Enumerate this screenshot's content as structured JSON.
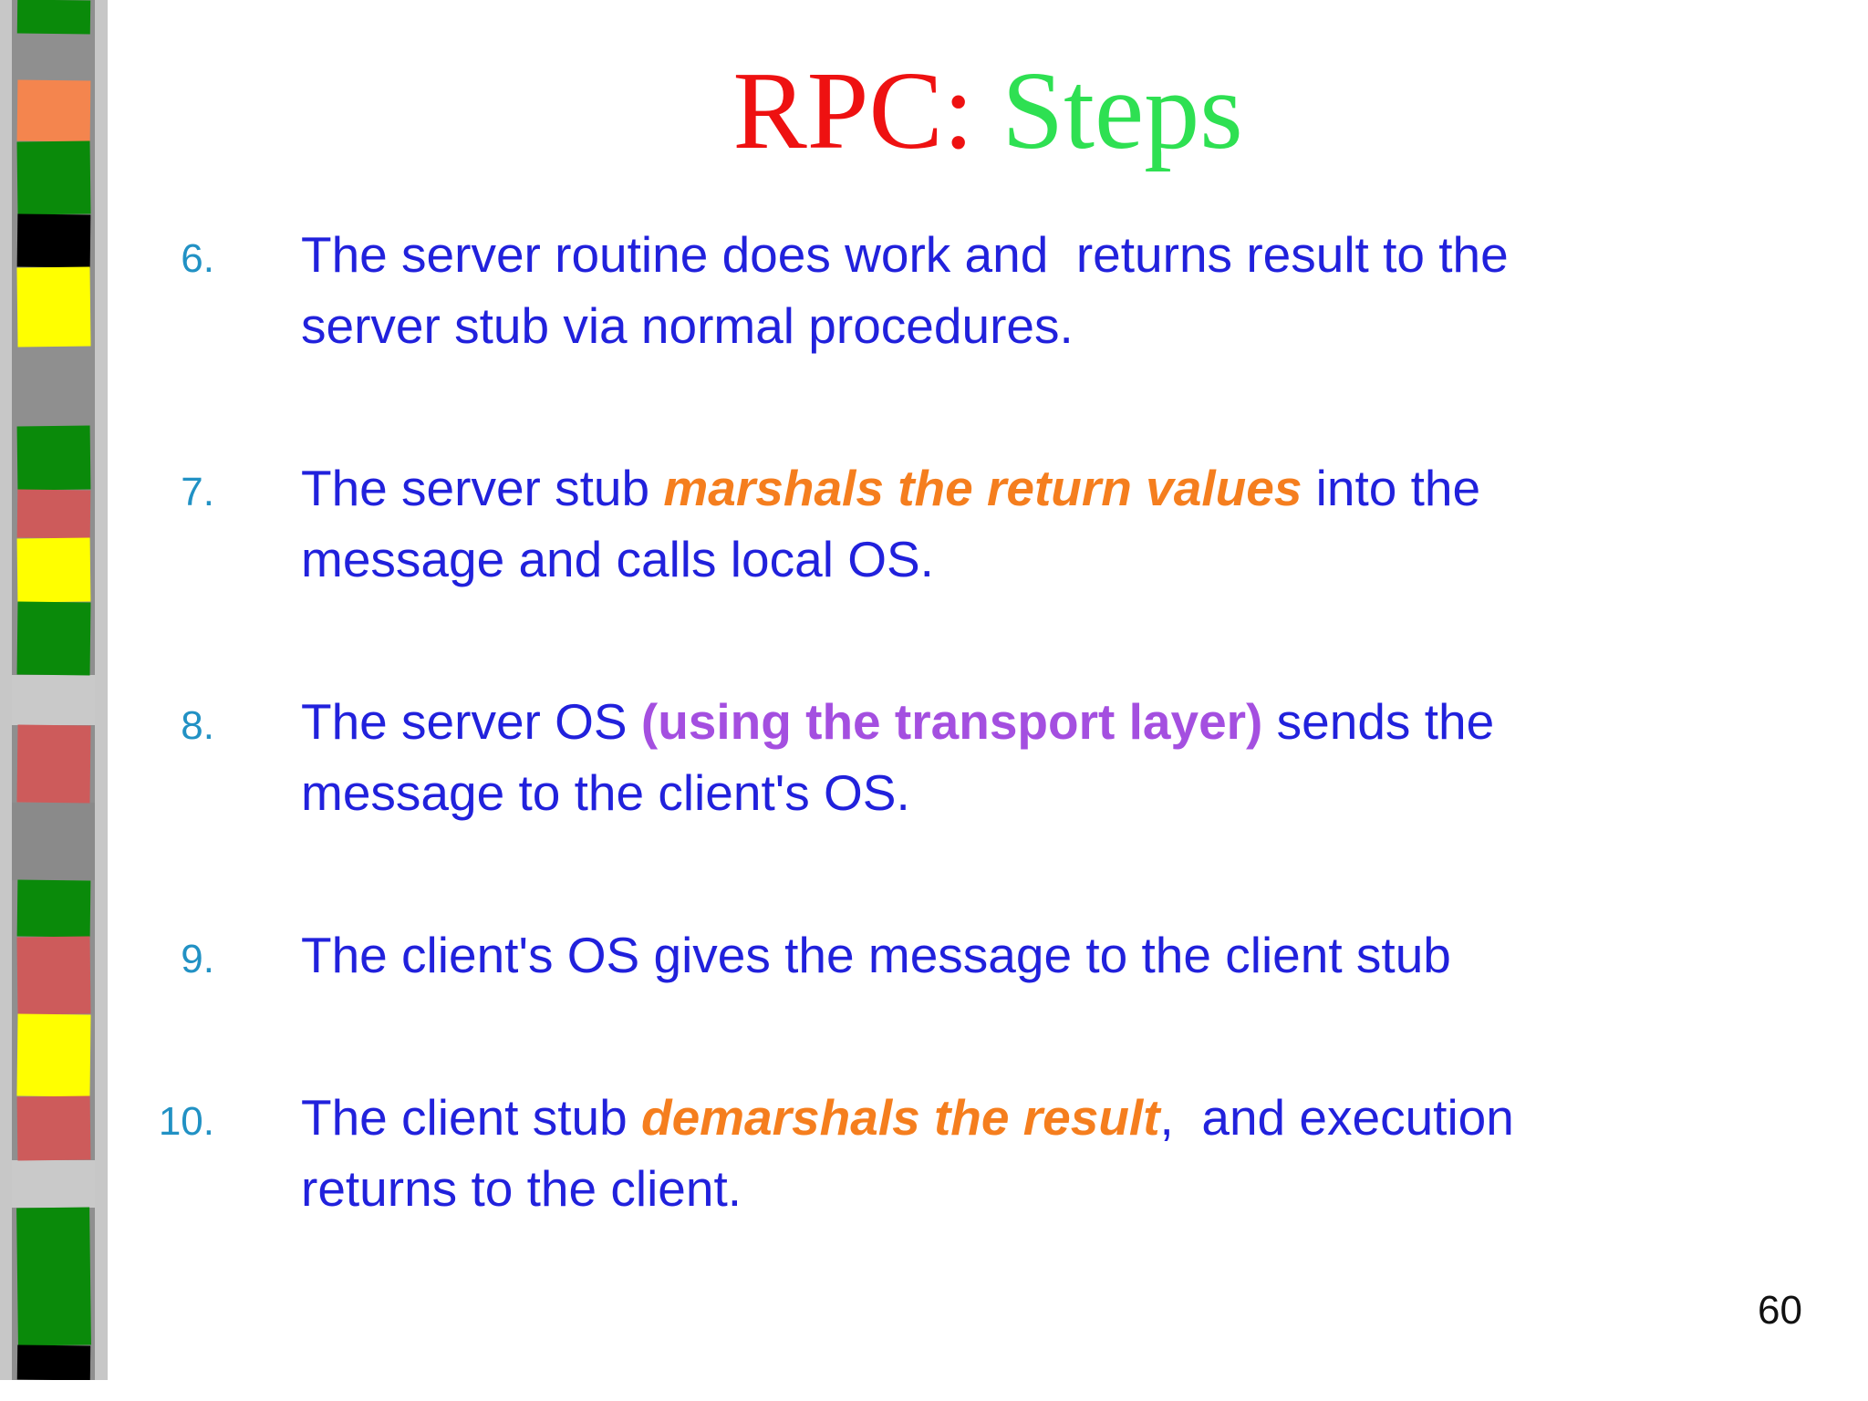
{
  "slide": {
    "title": {
      "part1": "RPC:",
      "part2": " Steps"
    },
    "page_number": "60",
    "colors": {
      "text_blue": "#2121DC",
      "number_teal": "#2191C4",
      "emphasis_orange": "#F57E1E",
      "emphasis_purple": "#A44FE0",
      "title_red": "#EE1111",
      "title_green": "#2EE052",
      "page_black": "#111111",
      "stripe_border_gray": "#C7C7C7",
      "stripe_track_gray": "#8F8F8F"
    },
    "list": {
      "items": [
        {
          "number": "6.",
          "lines": [
            [
              {
                "text": "The server routine does work and  returns result to the",
                "style": "blue"
              }
            ],
            [
              {
                "text": "server stub via normal procedures.",
                "style": "blue"
              }
            ]
          ]
        },
        {
          "number": "7.",
          "lines": [
            [
              {
                "text": "The server stub ",
                "style": "blue"
              },
              {
                "text": "marshals the return values",
                "style": "orange"
              },
              {
                "text": " into the",
                "style": "blue"
              }
            ],
            [
              {
                "text": "message and calls local OS.",
                "style": "blue"
              }
            ]
          ]
        },
        {
          "number": "8.",
          "lines": [
            [
              {
                "text": "The server OS ",
                "style": "blue"
              },
              {
                "text": "(using the transport layer)",
                "style": "purple"
              },
              {
                "text": " sends the",
                "style": "blue"
              }
            ],
            [
              {
                "text": "message to the client's OS.",
                "style": "blue"
              }
            ]
          ]
        },
        {
          "number": "9.",
          "lines": [
            [
              {
                "text": "The client's OS gives the message to the client stub",
                "style": "blue"
              }
            ]
          ]
        },
        {
          "number": "10.",
          "lines": [
            [
              {
                "text": "The client stub ",
                "style": "blue"
              },
              {
                "text": "demarshals the result",
                "style": "orange"
              },
              {
                "text": ",  and execution",
                "style": "blue"
              }
            ],
            [
              {
                "text": "returns to the client.",
                "style": "blue"
              }
            ]
          ]
        }
      ]
    },
    "stripe": {
      "blocks": [
        {
          "color": "#0A8A0A",
          "height": 37,
          "full": false
        },
        {
          "color": "#8F8F8F",
          "height": 51,
          "full": true
        },
        {
          "color": "#F4854E",
          "height": 67,
          "full": false
        },
        {
          "color": "#0A8A0A",
          "height": 80,
          "full": false
        },
        {
          "color": "#000000",
          "height": 58,
          "full": false
        },
        {
          "color": "#FFFF00",
          "height": 87,
          "full": false
        },
        {
          "color": "#8F8F8F",
          "height": 87,
          "full": true
        },
        {
          "color": "#0A8A0A",
          "height": 70,
          "full": false
        },
        {
          "color": "#CD5B5B",
          "height": 53,
          "full": false
        },
        {
          "color": "#FFFF00",
          "height": 70,
          "full": false
        },
        {
          "color": "#0A8A0A",
          "height": 80,
          "full": false
        },
        {
          "color": "#C9C9C9",
          "height": 55,
          "full": true
        },
        {
          "color": "#CD5B5B",
          "height": 85,
          "full": false
        },
        {
          "color": "#8A8A8A",
          "height": 85,
          "full": true
        },
        {
          "color": "#0A8A0A",
          "height": 62,
          "full": false
        },
        {
          "color": "#CD5B5B",
          "height": 85,
          "full": false
        },
        {
          "color": "#FFFF00",
          "height": 90,
          "full": false
        },
        {
          "color": "#CD5B5B",
          "height": 70,
          "full": false
        },
        {
          "color": "#C9C9C9",
          "height": 52,
          "full": true
        },
        {
          "color": "#0A8A0A",
          "height": 151,
          "full": false
        },
        {
          "color": "#000000",
          "height": 38,
          "full": false
        }
      ]
    }
  }
}
